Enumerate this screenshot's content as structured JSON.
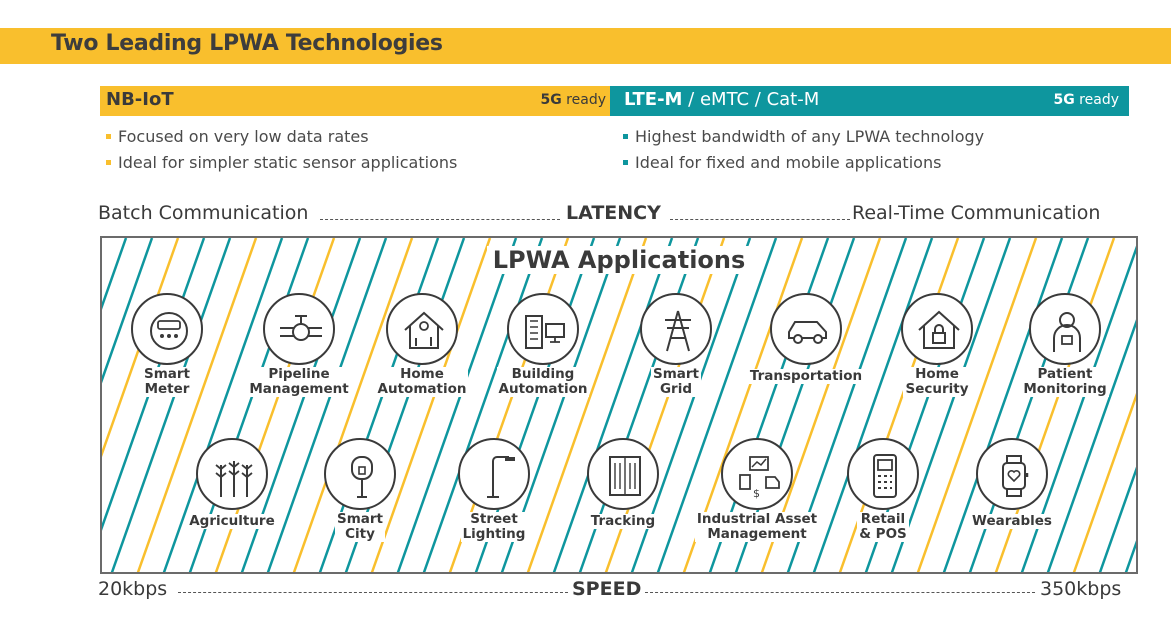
{
  "header": {
    "title": "Two Leading LPWA Technologies"
  },
  "nbiot": {
    "name": "NB-IoT",
    "ready_bold": "5G",
    "ready_text": " ready",
    "bullets": [
      "Focused on very low data rates",
      "Ideal for simpler static sensor applications"
    ],
    "color": "#f9bf2d"
  },
  "ltem": {
    "name": "LTE-M",
    "alt_names": " / eMTC / Cat-M",
    "ready_bold": "5G",
    "ready_text": " ready",
    "bullets": [
      "Highest bandwidth of any LPWA technology",
      "Ideal for fixed and mobile applications"
    ],
    "color": "#0e969e"
  },
  "latency": {
    "left": "Batch Communication",
    "center": "LATENCY",
    "right": "Real-Time Communication"
  },
  "applications": {
    "title": "LPWA Applications",
    "row1": [
      {
        "label": "Smart\nMeter",
        "icon": "meter-icon"
      },
      {
        "label": "Pipeline\nManagement",
        "icon": "pipeline-icon"
      },
      {
        "label": "Home\nAutomation",
        "icon": "home-automation-icon"
      },
      {
        "label": "Building\nAutomation",
        "icon": "building-icon"
      },
      {
        "label": "Smart\nGrid",
        "icon": "power-tower-icon"
      },
      {
        "label": "Transportation",
        "icon": "car-icon"
      },
      {
        "label": "Home\nSecurity",
        "icon": "house-lock-icon"
      },
      {
        "label": "Patient\nMonitoring",
        "icon": "patient-icon"
      }
    ],
    "row2": [
      {
        "label": "Agriculture",
        "icon": "wheat-icon"
      },
      {
        "label": "Smart\nCity",
        "icon": "parking-meter-icon"
      },
      {
        "label": "Street\nLighting",
        "icon": "street-light-icon"
      },
      {
        "label": "Tracking",
        "icon": "tracking-icon"
      },
      {
        "label": "Industrial Asset\nManagement",
        "icon": "industrial-asset-icon"
      },
      {
        "label": "Retail\n& POS",
        "icon": "pos-terminal-icon"
      },
      {
        "label": "Wearables",
        "icon": "smartwatch-icon"
      }
    ]
  },
  "speed": {
    "left": "20kbps",
    "center": "SPEED",
    "right": "350kbps"
  },
  "colors": {
    "yellow": "#f9bf2d",
    "teal": "#0e969e",
    "dark": "#3a3a3a"
  }
}
